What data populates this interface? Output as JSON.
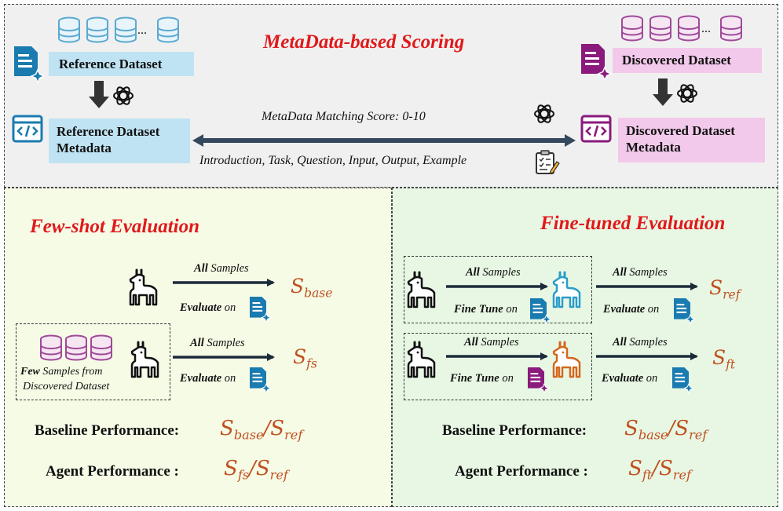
{
  "top": {
    "title": "MetaData-based Scoring",
    "reference_dataset": "Reference Dataset",
    "reference_metadata_line1": "Reference Dataset",
    "reference_metadata_line2": "Metadata",
    "discovered_dataset": "Discovered Dataset",
    "discovered_metadata_line1": "Discovered Dataset",
    "discovered_metadata_line2": "Metadata",
    "matching_score": "MetaData Matching Score: 0-10",
    "fields": "Introduction, Task, Question, Input, Output, Example",
    "ellipsis": "..."
  },
  "fewshot": {
    "title": "Few-shot Evaluation",
    "row1_all": "All",
    "row1_samples": " Samples",
    "row1_evaluate": "Evaluate",
    "row1_on": " on",
    "row1_score_main": "S",
    "row1_score_sub": "base",
    "few_bold": "Few",
    "few_rest": " Samples from",
    "few_line2": "Discovered Dataset",
    "row2_all": "All",
    "row2_samples": " Samples",
    "row2_evaluate": "Evaluate",
    "row2_on": " on",
    "row2_score_main": "S",
    "row2_score_sub": "fs",
    "baseline_label": "Baseline Performance:",
    "baseline_num_main": "S",
    "baseline_num_sub": "base",
    "baseline_den_main": "S",
    "baseline_den_sub": "ref",
    "agent_label": "Agent Performance :",
    "agent_num_main": "S",
    "agent_num_sub": "fs",
    "agent_den_main": "S",
    "agent_den_sub": "ref",
    "slash": "/"
  },
  "finetuned": {
    "title": "Fine-tuned Evaluation",
    "r1_all": "All",
    "r1_samples": " Samples",
    "r1_finetune": "Fine Tune",
    "r1_on": " on",
    "r1b_all": "All",
    "r1b_samples": " Samples",
    "r1b_evaluate": "Evaluate",
    "r1b_on": " on",
    "r1_score_main": "S",
    "r1_score_sub": "ref",
    "r2_all": "All",
    "r2_samples": " Samples",
    "r2_finetune": "Fine Tune",
    "r2_on": " on",
    "r2b_all": "All",
    "r2b_samples": " Samples",
    "r2b_evaluate": "Evaluate",
    "r2b_on": " on",
    "r2_score_main": "S",
    "r2_score_sub": "ft",
    "baseline_label": "Baseline Performance:",
    "baseline_num_main": "S",
    "baseline_num_sub": "base",
    "baseline_den_main": "S",
    "baseline_den_sub": "ref",
    "agent_label": "Agent Performance :",
    "agent_num_main": "S",
    "agent_num_sub": "ft",
    "agent_den_main": "S",
    "agent_den_sub": "ref",
    "slash": "/"
  },
  "colors": {
    "blue_icon": "#1a7bb0",
    "purple_icon": "#8a1a7c",
    "title_red": "#e0191b",
    "score_orange": "#c0501f",
    "cyan_llama": "#2a9dc8",
    "orange_llama": "#d2691e"
  }
}
